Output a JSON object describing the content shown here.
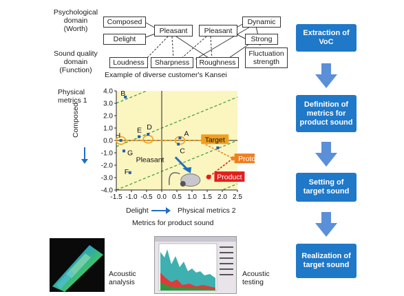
{
  "kansei": {
    "psych_domain": [
      "Psychological",
      "domain",
      "(Worth)"
    ],
    "sound_domain": [
      "Sound quality",
      "domain",
      "(Function)"
    ],
    "boxes": {
      "composed": "Composed",
      "delight": "Delight",
      "pleasant_left": "Pleasant",
      "pleasant_right": "Pleasant",
      "dynamic": "Dynamic",
      "strong": "Strong",
      "loudness": "Loudness",
      "sharpness": "Sharpness",
      "roughness": "Roughness",
      "fluctuation": [
        "Fluctuation",
        "strength"
      ]
    },
    "caption": "Example of diverse customer's Kansei"
  },
  "chart_data": {
    "type": "scatter",
    "xlabel": "Physical metrics 2",
    "ylabel": "Physical metrics 1",
    "x_left_label": "Delight",
    "y_down_label": "Composed",
    "caption": "Metrics for product sound",
    "xlim": [
      -1.5,
      2.5
    ],
    "ylim": [
      -4.0,
      4.0
    ],
    "xticks": [
      "-1.5",
      "-1.0",
      "-0.5",
      "0.0",
      "0.5",
      "1.0",
      "1.5",
      "2.0",
      "2.5"
    ],
    "yticks": [
      "4.0",
      "3.0",
      "2.0",
      "1.0",
      "0.0",
      "-1.0",
      "-2.0",
      "-3.0",
      "-4.0"
    ],
    "points": [
      {
        "label": "B",
        "x": -1.2,
        "y": 3.5
      },
      {
        "label": "H",
        "x": -1.35,
        "y": 0.0
      },
      {
        "label": "G",
        "x": -1.25,
        "y": -0.85
      },
      {
        "label": "E",
        "x": -0.75,
        "y": 0.3
      },
      {
        "label": "D",
        "x": -0.45,
        "y": 0.5
      },
      {
        "label": "A",
        "x": 0.6,
        "y": 0.2
      },
      {
        "label": "C",
        "x": 0.55,
        "y": -0.3
      },
      {
        "label": "F",
        "x": -1.05,
        "y": -2.6
      },
      {
        "label": "",
        "x": 1.85,
        "y": -0.6
      }
    ],
    "annotations": {
      "target": "Target",
      "prototype": "Prototype",
      "product": "Product",
      "pleasant": "Pleasant"
    },
    "colors": {
      "region": "#fbf5c0",
      "target": "#f0a020",
      "prototype": "#f08020",
      "product": "#e02020",
      "points": "#1f5fb0",
      "guides": "#3a9a3a"
    }
  },
  "images": {
    "acoustic_analysis": [
      "Acoustic",
      "analysis"
    ],
    "acoustic_testing": [
      "Acoustic",
      "testing"
    ]
  },
  "flow": {
    "steps": [
      [
        "Extraction of",
        "VoC"
      ],
      [
        "Definition of",
        "metrics for",
        "product sound"
      ],
      [
        "Setting of",
        "target sound"
      ],
      [
        "Realization of",
        "target sound"
      ]
    ],
    "color": "#1f78c8",
    "arrow_color": "#5b8fd8"
  }
}
